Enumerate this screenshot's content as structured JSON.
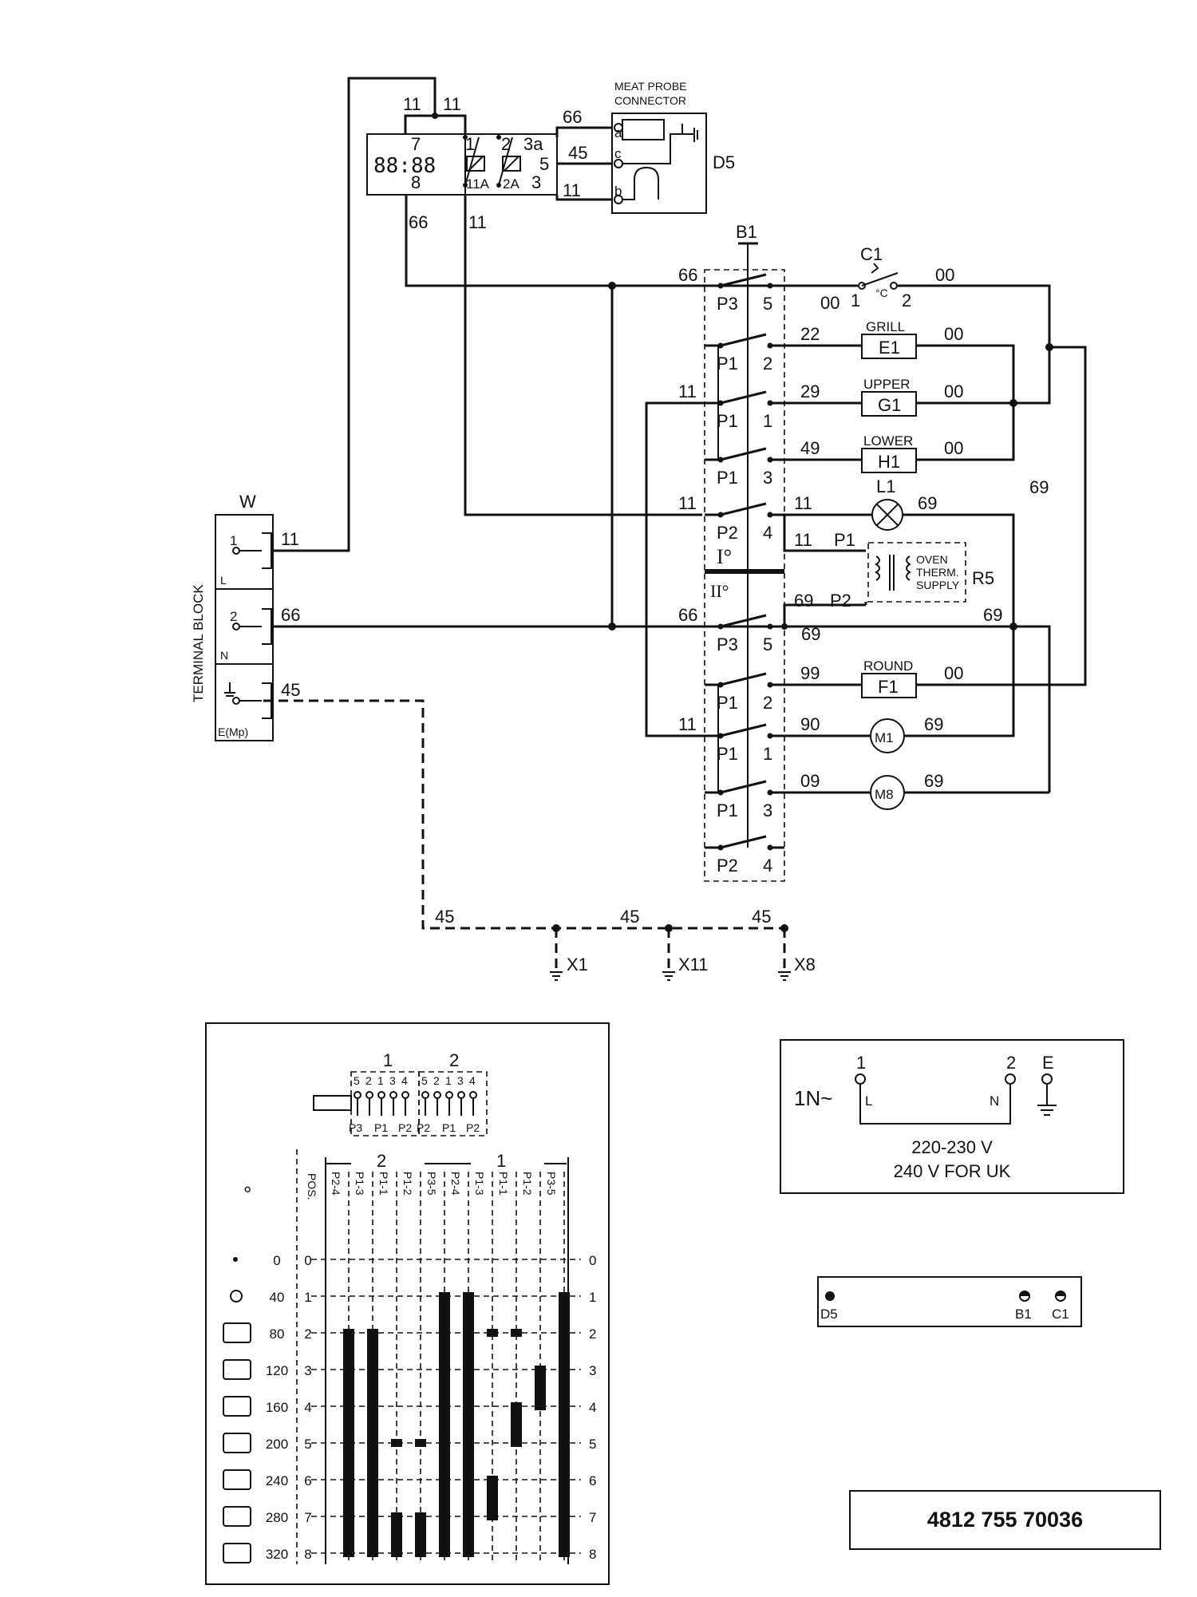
{
  "components": {
    "meat_probe": {
      "line1": "MEAT PROBE",
      "line2": "CONNECTOR",
      "id": "D5",
      "pins": [
        "a",
        "c",
        "b"
      ]
    },
    "clock": {
      "display": "88:88",
      "pins": [
        "7",
        "8",
        "1",
        "11A",
        "2",
        "2A",
        "3a",
        "5",
        "3"
      ]
    },
    "switch": {
      "id": "B1",
      "pos_I": "I°",
      "pos_II": "II°"
    },
    "thermostat": {
      "id": "C1",
      "unit": "°C",
      "pin1": "1",
      "pin2": "2"
    },
    "grill": {
      "name": "GRILL",
      "id": "E1"
    },
    "upper": {
      "name": "UPPER",
      "id": "G1"
    },
    "lower": {
      "name": "LOWER",
      "id": "H1"
    },
    "lamp": {
      "id": "L1"
    },
    "transformer": {
      "id": "R5",
      "line1": "OVEN",
      "line2": "THERM.",
      "line3": "SUPPLY",
      "p1": "P1",
      "p2": "P2"
    },
    "round": {
      "name": "ROUND",
      "id": "F1"
    },
    "motor1": {
      "id": "M1"
    },
    "motor8": {
      "id": "M8"
    },
    "terminal_block": {
      "title": "TERMINAL BLOCK",
      "id": "W",
      "t1": "1",
      "t1_label": "L",
      "t2": "2",
      "t2_label": "N",
      "t3_label": "E(Mp)"
    },
    "earths": [
      "X1",
      "X11",
      "X8"
    ]
  },
  "contacts": [
    {
      "left": "P3",
      "right": "5"
    },
    {
      "left": "P1",
      "right": "2"
    },
    {
      "left": "P1",
      "right": "1"
    },
    {
      "left": "P1",
      "right": "3"
    },
    {
      "left": "P2",
      "right": "4"
    },
    {
      "left": "P3",
      "right": "5"
    },
    {
      "left": "P1",
      "right": "2"
    },
    {
      "left": "P1",
      "right": "1"
    },
    {
      "left": "P1",
      "right": "3"
    },
    {
      "left": "P2",
      "right": "4"
    }
  ],
  "wires": {
    "w11": "11",
    "w66": "66",
    "w45": "45",
    "w00": "00",
    "w22": "22",
    "w29": "29",
    "w49": "49",
    "w69": "69",
    "w99": "99",
    "w90": "90",
    "w09": "09"
  },
  "table": {
    "header_1": "1",
    "header_2": "2",
    "selector_contacts_a": [
      "5",
      "2",
      "1",
      "3",
      "4"
    ],
    "selector_contacts_b": [
      "5",
      "2",
      "1",
      "3",
      "4"
    ],
    "selector_bottom": [
      "P3",
      "P1",
      "P2",
      "P2",
      "P1",
      "P2"
    ],
    "pos_label": "POS.",
    "columns": [
      "P2-4",
      "P1-3",
      "P1-1",
      "P1-2",
      "P3-5",
      "P2-4",
      "P1-3",
      "P1-1",
      "P1-2",
      "P3-5"
    ],
    "rows": [
      {
        "pos": "0",
        "temp": "0"
      },
      {
        "pos": "1",
        "temp": "40"
      },
      {
        "pos": "2",
        "temp": "80"
      },
      {
        "pos": "3",
        "temp": "120"
      },
      {
        "pos": "4",
        "temp": "160"
      },
      {
        "pos": "5",
        "temp": "200"
      },
      {
        "pos": "6",
        "temp": "240"
      },
      {
        "pos": "7",
        "temp": "280"
      },
      {
        "pos": "8",
        "temp": "320"
      }
    ]
  },
  "supply": {
    "phase": "1N~",
    "t1": "1",
    "t1_sub": "L",
    "t2": "2",
    "t2_sub": "N",
    "te": "E",
    "line1": "220-230 V",
    "line2": "240 V FOR UK"
  },
  "panel": {
    "items": [
      "D5",
      "B1",
      "C1"
    ]
  },
  "part_number": "4812 755 70036"
}
